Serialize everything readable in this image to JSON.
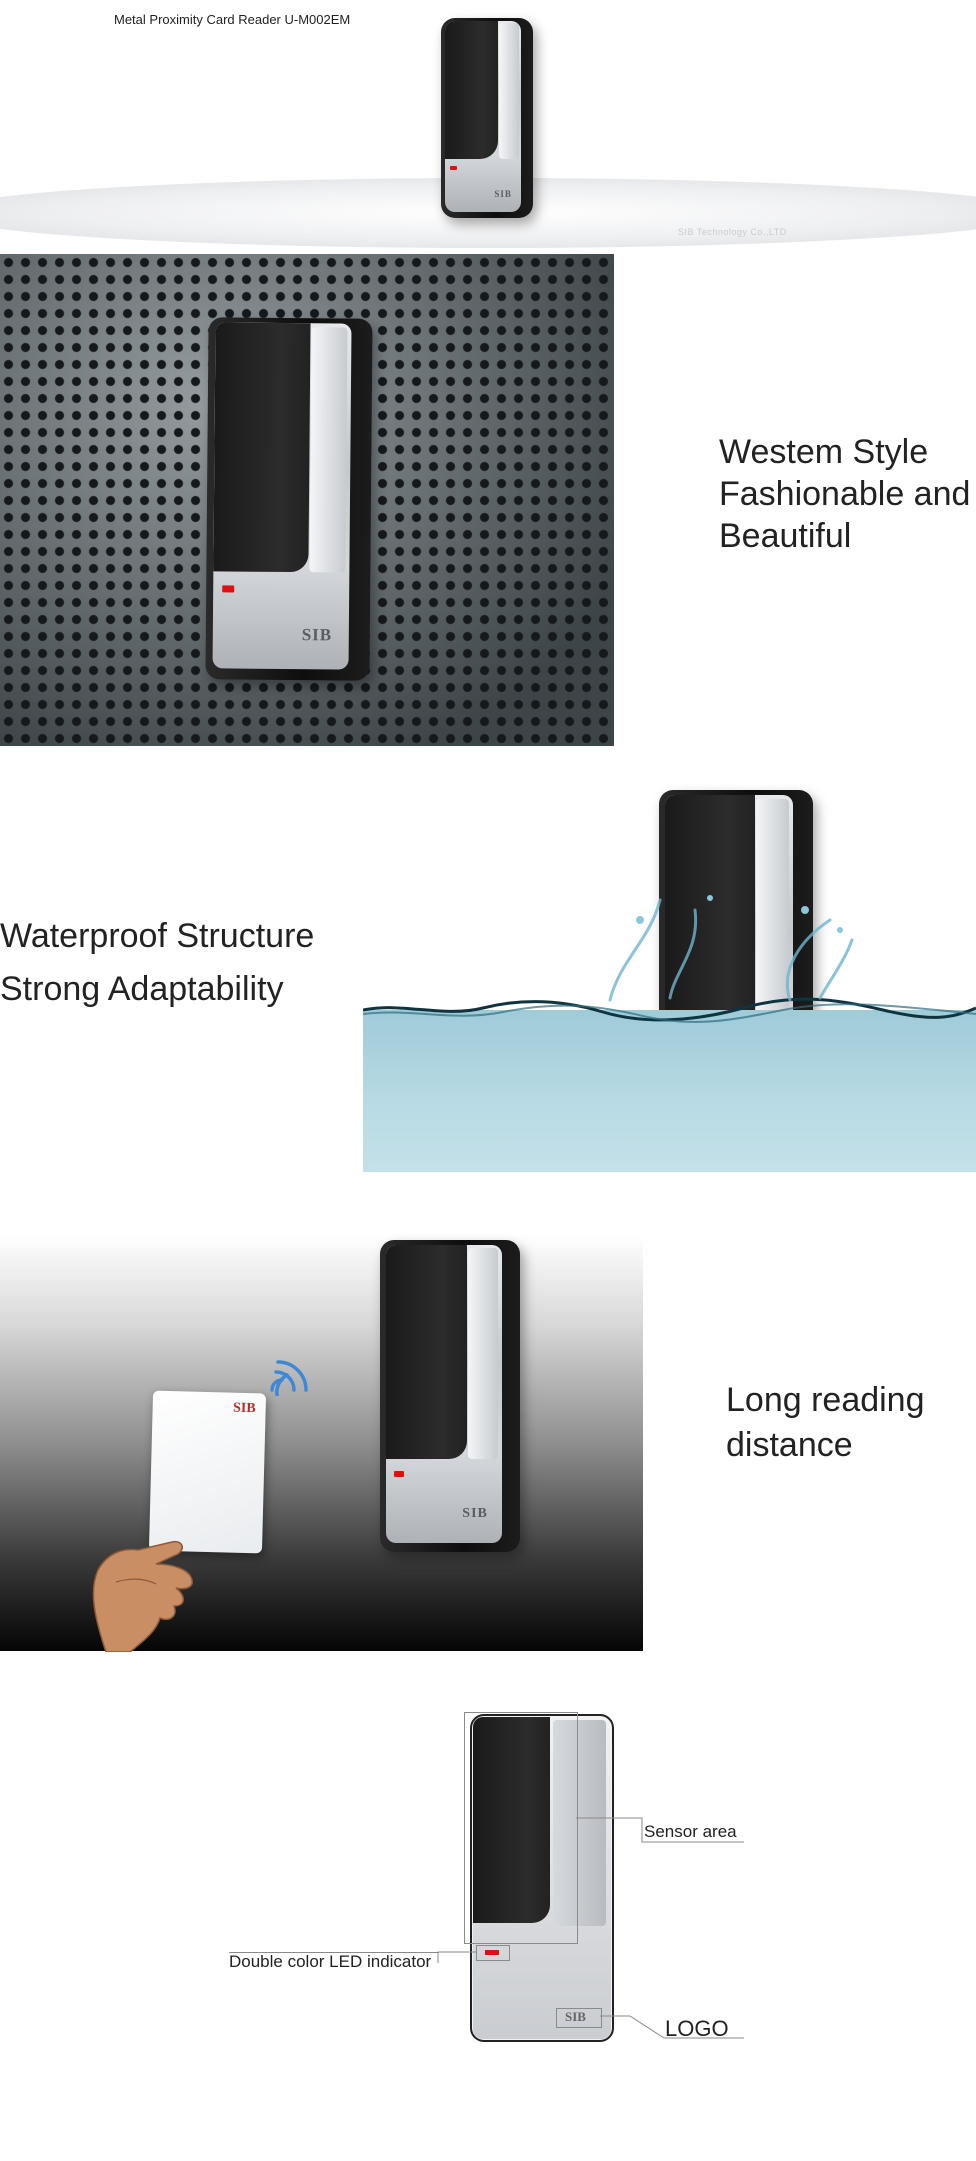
{
  "banner": {
    "title": "Metal Proximity Card Reader U-M002EM",
    "copyright": "SIB Technology Co.,LTD"
  },
  "brand_logo": "SIB",
  "features": {
    "style": [
      "Westem Style",
      "Fashionable and",
      "Beautiful"
    ],
    "waterproof": [
      "Waterproof Structure",
      "Strong Adaptability"
    ],
    "distance": [
      "Long reading",
      "distance"
    ]
  },
  "diagram": {
    "sensor_label": "Sensor area",
    "led_label": "Double color LED indicator",
    "logo_label": "LOGO"
  },
  "colors": {
    "led": "#e11010",
    "sensor": "#1f1f1f",
    "water": "#b9dbe5",
    "wifi": "#3f88d6"
  }
}
